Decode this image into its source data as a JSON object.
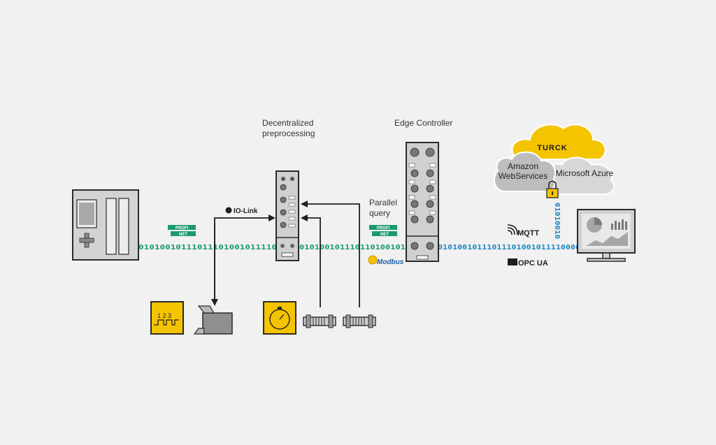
{
  "labels": {
    "decentralized_line1": "Decentralized",
    "decentralized_line2": "preprocessing",
    "edge_controller": "Edge Controller",
    "parallel_line1": "Parallel",
    "parallel_line2": "query",
    "io_link": "IO-Link",
    "turck": "TURCK",
    "amazon_line1": "Amazon",
    "amazon_line2": "WebServices",
    "microsoft_azure": "Microsoft Azure",
    "mqtt": "MQTT",
    "opc_ua": "OPC UA",
    "modbus": "Modbus",
    "profinet_top": "PROFI",
    "profinet_bottom": "NET",
    "pulse_numbers": "1 2 3"
  },
  "bitstreams": {
    "left_green": "01010010111011101001011110",
    "middle_mixed": "010100101110110100101",
    "right_blue": "01010010111011101001011110000",
    "vertical_blue": "01010010"
  },
  "colors": {
    "green": "#1a9a6b",
    "blue": "#1f86c6",
    "yellow": "#f5c400",
    "device_gray": "#cfcfcf",
    "dark_outline": "#2a2a2a",
    "cloud_gray": "#bdbdbd"
  }
}
